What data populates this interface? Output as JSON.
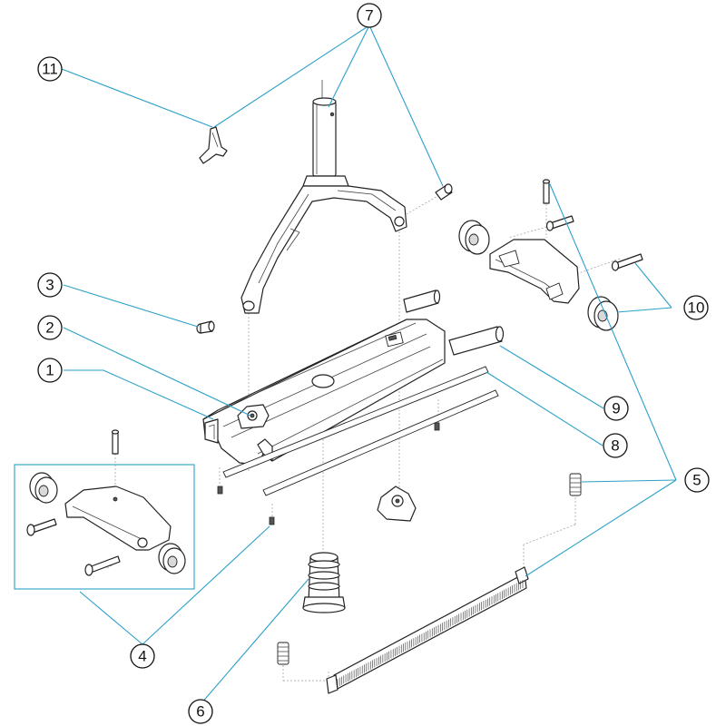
{
  "callouts": [
    {
      "id": "1",
      "label": "1"
    },
    {
      "id": "2",
      "label": "2"
    },
    {
      "id": "3",
      "label": "3"
    },
    {
      "id": "4",
      "label": "4"
    },
    {
      "id": "5",
      "label": "5"
    },
    {
      "id": "6",
      "label": "6"
    },
    {
      "id": "7",
      "label": "7"
    },
    {
      "id": "8",
      "label": "8"
    },
    {
      "id": "9",
      "label": "9"
    },
    {
      "id": "10",
      "label": "10"
    },
    {
      "id": "11",
      "label": "11"
    }
  ],
  "colors": {
    "leader_line": "#2aa0c8",
    "outline": "#222222",
    "background": "#ffffff"
  }
}
